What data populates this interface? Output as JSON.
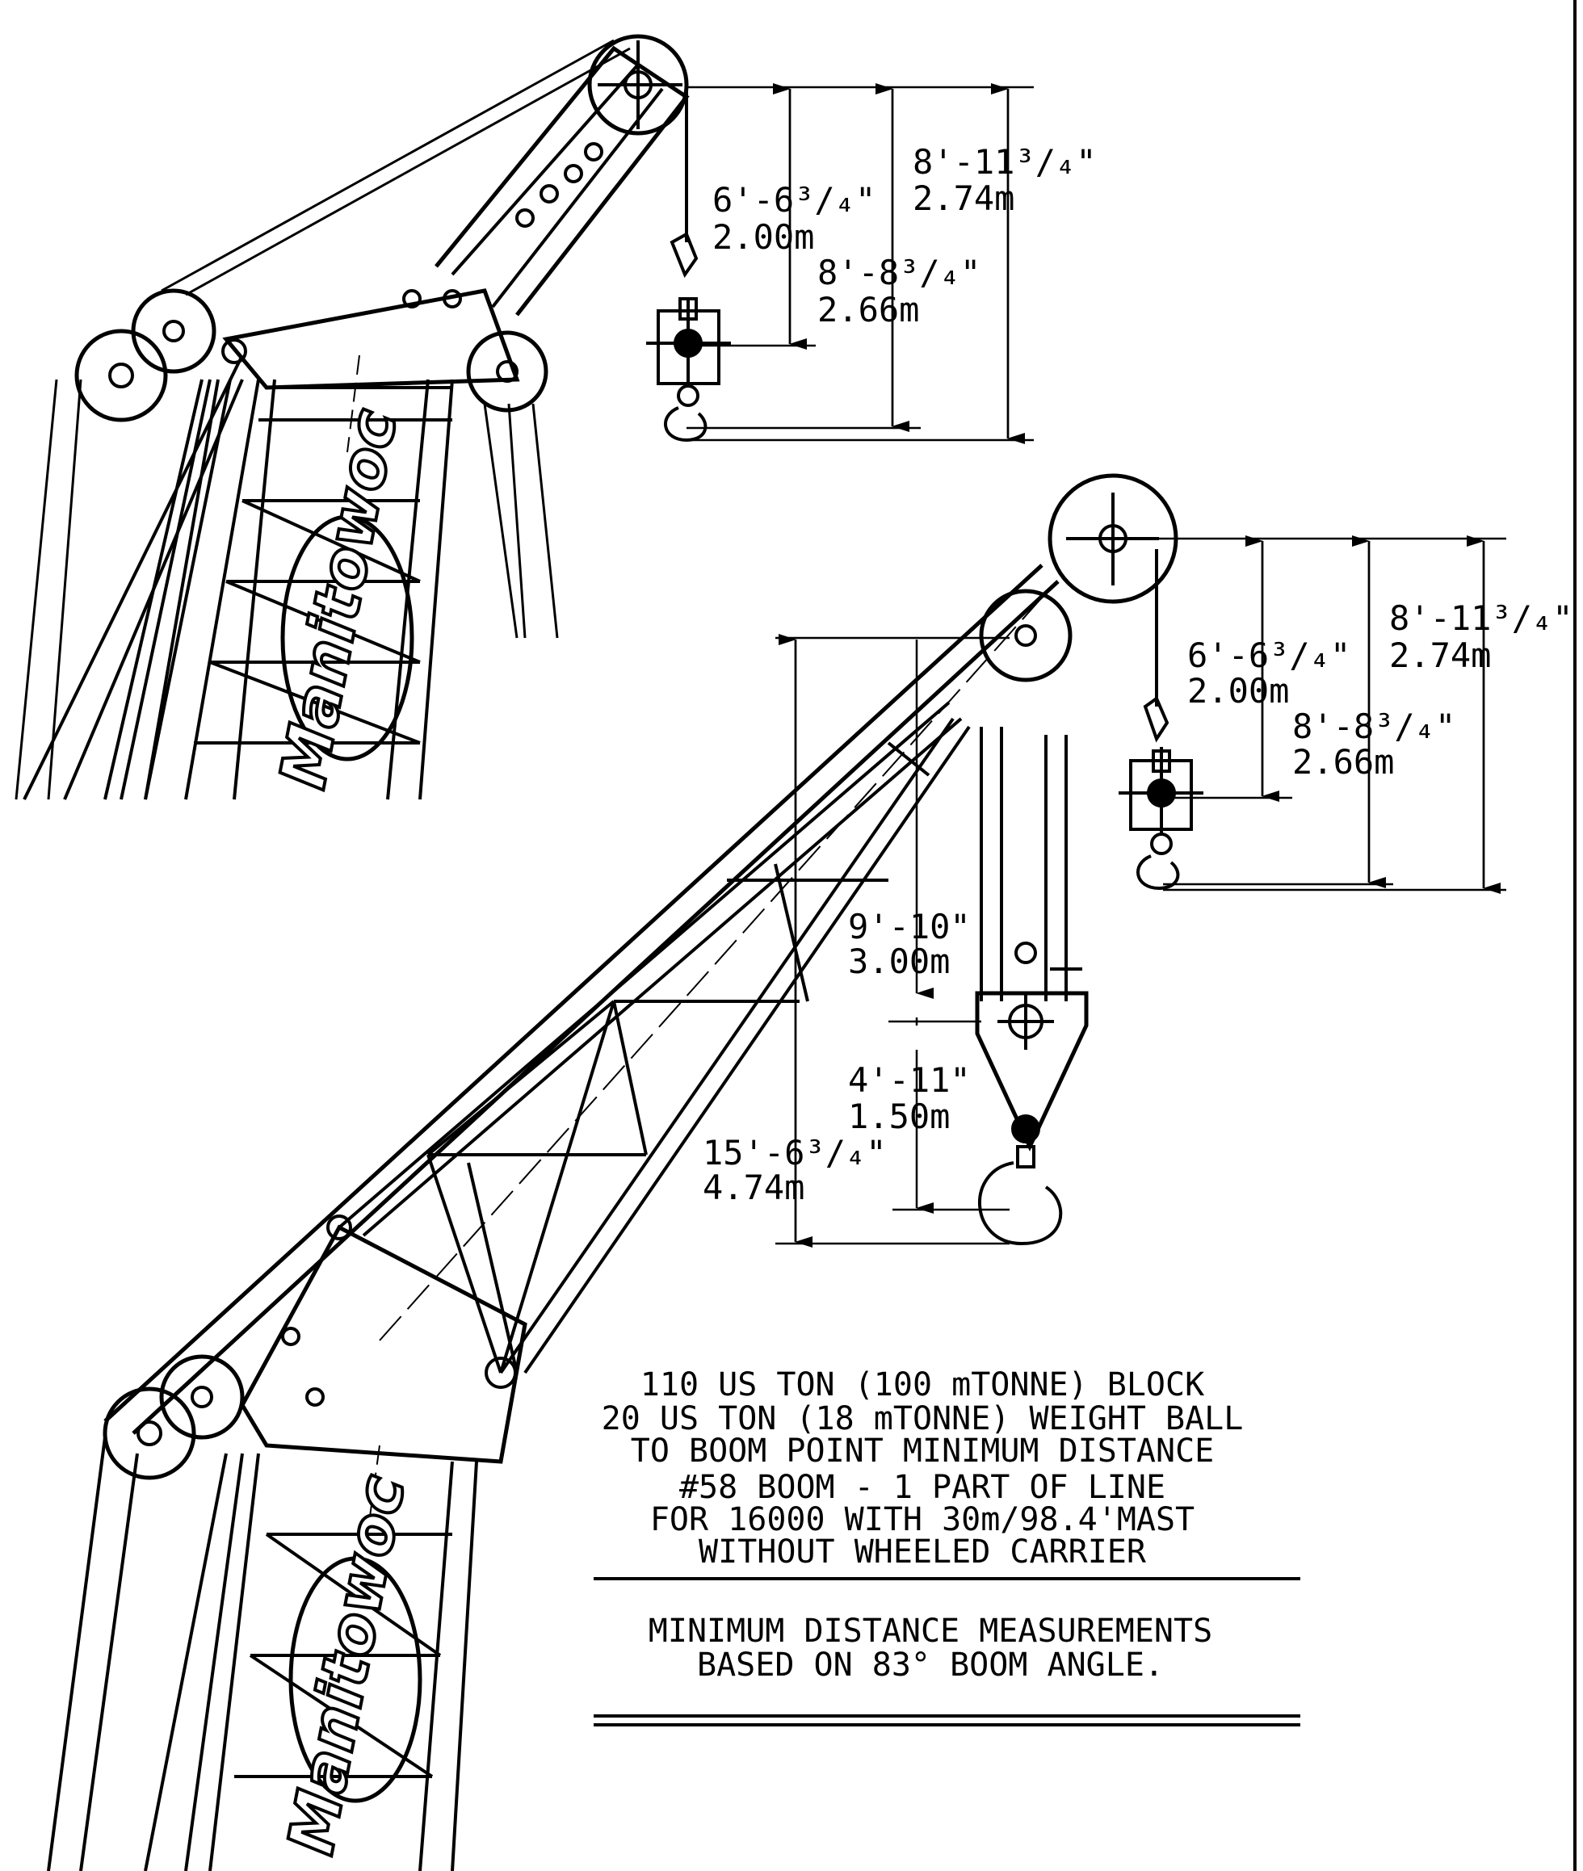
{
  "upper_view": {
    "dim_ball_to_pin_imperial": "6'-6³/₄\"",
    "dim_ball_to_pin_metric": "2.00m",
    "dim_hook_to_pin_imperial": "8'-8³/₄\"",
    "dim_hook_to_pin_metric": "2.66m",
    "dim_overall_imperial": "8'-11³/₄\"",
    "dim_overall_metric": "2.74m",
    "logo_text": "Manitowoc"
  },
  "lower_view": {
    "dim_ball_to_pin_imperial": "6'-6³/₄\"",
    "dim_ball_to_pin_metric": "2.00m",
    "dim_hook_to_pin_imperial": "8'-8³/₄\"",
    "dim_hook_to_pin_metric": "2.66m",
    "dim_overall_imperial": "8'-11³/₄\"",
    "dim_overall_metric": "2.74m",
    "dim_block_top_imperial": "9'-10\"",
    "dim_block_top_metric": "3.00m",
    "dim_block_pin_imperial": "4'-11\"",
    "dim_block_pin_metric": "1.50m",
    "dim_block_total_imperial": "15'-6³/₄\"",
    "dim_block_total_metric": "4.74m",
    "logo_text": "Manitowoc"
  },
  "notes": {
    "line1": "110 US TON (100 mTONNE) BLOCK",
    "line2": "20 US TON (18 mTONNE) WEIGHT BALL",
    "line3": "TO BOOM POINT MINIMUM DISTANCE",
    "line4": "#58 BOOM - 1 PART OF LINE",
    "line5": "FOR 16000 WITH 30m/98.4'MAST",
    "line6": "WITHOUT WHEELED CARRIER",
    "line7": "MINIMUM DISTANCE MEASUREMENTS",
    "line8": "BASED ON 83° BOOM ANGLE."
  }
}
